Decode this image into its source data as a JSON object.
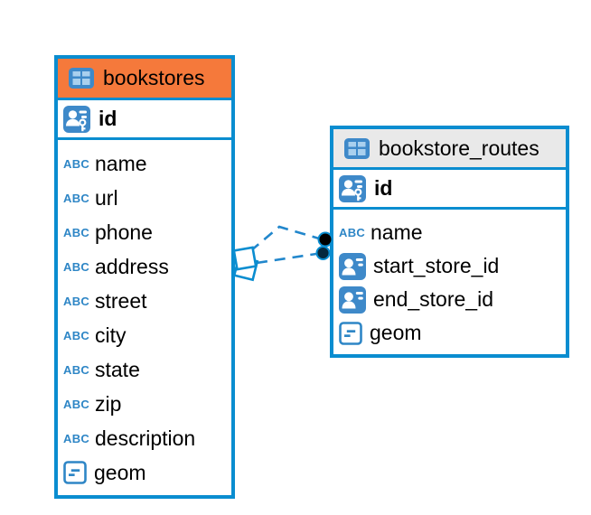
{
  "diagram": {
    "type": "entity-relationship",
    "background": "#ffffff",
    "colors": {
      "accent_blue": "#0a8dd0",
      "bookstores_header": "#f5793b",
      "bookstore_routes_header": "#e9e9e9",
      "icon_blue": "#3e89c9",
      "text": "#000000"
    },
    "icons": {
      "text_type_label": "ABC"
    },
    "tables": [
      {
        "name": "bookstores",
        "primary_key": "id",
        "columns": [
          {
            "name": "name",
            "icon": "text-type-icon"
          },
          {
            "name": "url",
            "icon": "text-type-icon"
          },
          {
            "name": "phone",
            "icon": "text-type-icon"
          },
          {
            "name": "address",
            "icon": "text-type-icon"
          },
          {
            "name": "street",
            "icon": "text-type-icon"
          },
          {
            "name": "city",
            "icon": "text-type-icon"
          },
          {
            "name": "state",
            "icon": "text-type-icon"
          },
          {
            "name": "zip",
            "icon": "text-type-icon"
          },
          {
            "name": "description",
            "icon": "text-type-icon"
          },
          {
            "name": "geom",
            "icon": "geometry-type-icon"
          }
        ]
      },
      {
        "name": "bookstore_routes",
        "primary_key": "id",
        "columns": [
          {
            "name": "name",
            "icon": "text-type-icon"
          },
          {
            "name": "start_store_id",
            "icon": "reference-type-icon"
          },
          {
            "name": "end_store_id",
            "icon": "reference-type-icon"
          },
          {
            "name": "geom",
            "icon": "geometry-type-icon"
          }
        ]
      }
    ],
    "relationships": [
      {
        "from_table": "bookstores",
        "to_table": "bookstore_routes",
        "line_style": "dashed"
      },
      {
        "from_table": "bookstores",
        "to_table": "bookstore_routes",
        "line_style": "dashed"
      }
    ]
  }
}
